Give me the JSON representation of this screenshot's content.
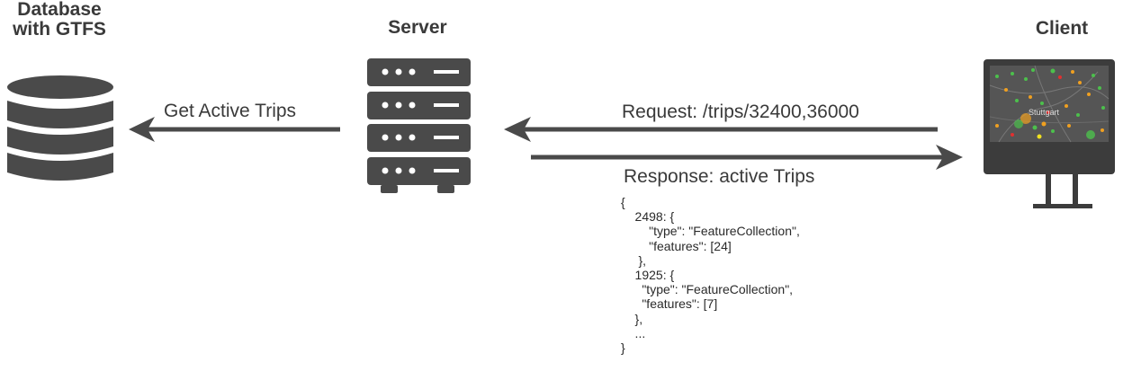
{
  "nodes": {
    "database": {
      "title_line1": "Database",
      "title_line2": "with GTFS"
    },
    "server": {
      "title": "Server"
    },
    "client": {
      "title": "Client",
      "map_label": "Stuttgart"
    }
  },
  "edges": {
    "get_active_trips": "Get Active Trips",
    "request": "Request: /trips/32400,36000",
    "response": "Response: active Trips"
  },
  "response_json_lines": [
    "{",
    "    2498: {",
    "        \"type\": \"FeatureCollection\",",
    "        \"features\": [24]",
    "     },",
    "    1925: {",
    "      \"type\": \"FeatureCollection\",",
    "      \"features\": [7]",
    "    },",
    "    ...",
    "}"
  ],
  "colors": {
    "icon": "#4a4a4a",
    "arrow": "#4a4a4a",
    "map_bg": "#555555",
    "marker_green": "#4cc04c",
    "marker_orange": "#f0a020",
    "marker_red": "#e03030"
  }
}
